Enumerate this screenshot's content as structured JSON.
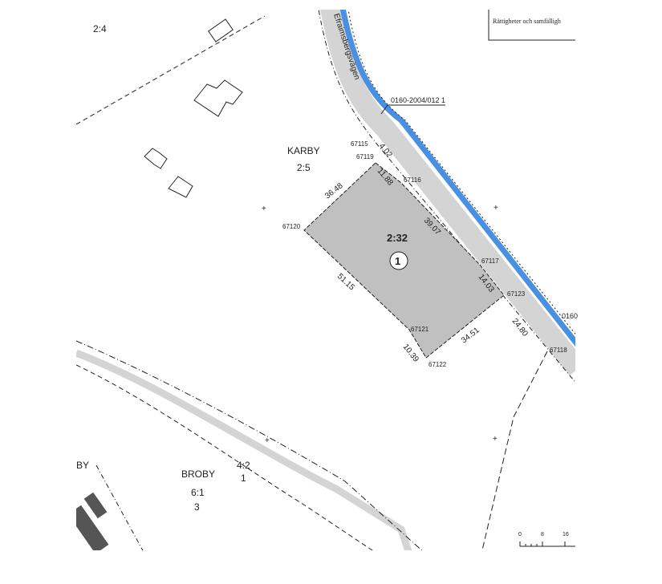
{
  "map": {
    "parcel_name": "2:32",
    "parcel_number": "1",
    "areas": {
      "karby": "KARBY",
      "karby_num": "2:5",
      "top_left": "2:4",
      "broby": "BROBY",
      "broby_num": "6:1",
      "broby_sub": "3",
      "road_num": "4:2",
      "road_sub": "1",
      "by_partial": "BY"
    },
    "road_name": "Efraimsbergsvägen",
    "easement": "0160-2004/012 1",
    "easement_partial": "0160",
    "legend_text": "Rättigheter och samfälligh",
    "points": [
      "67115",
      "67119",
      "67116",
      "67117",
      "67123",
      "67118",
      "67120",
      "67121",
      "67122"
    ],
    "dimensions": [
      "4.02",
      "11.88",
      "36.48",
      "39.07",
      "14.03",
      "51.15",
      "34.51",
      "10.39",
      "24.80"
    ],
    "scale": [
      "0",
      "8",
      "16"
    ],
    "colors": {
      "parcel": "#c0c0c0",
      "road": "#d4d4d4",
      "water": "#4a90e2"
    }
  }
}
